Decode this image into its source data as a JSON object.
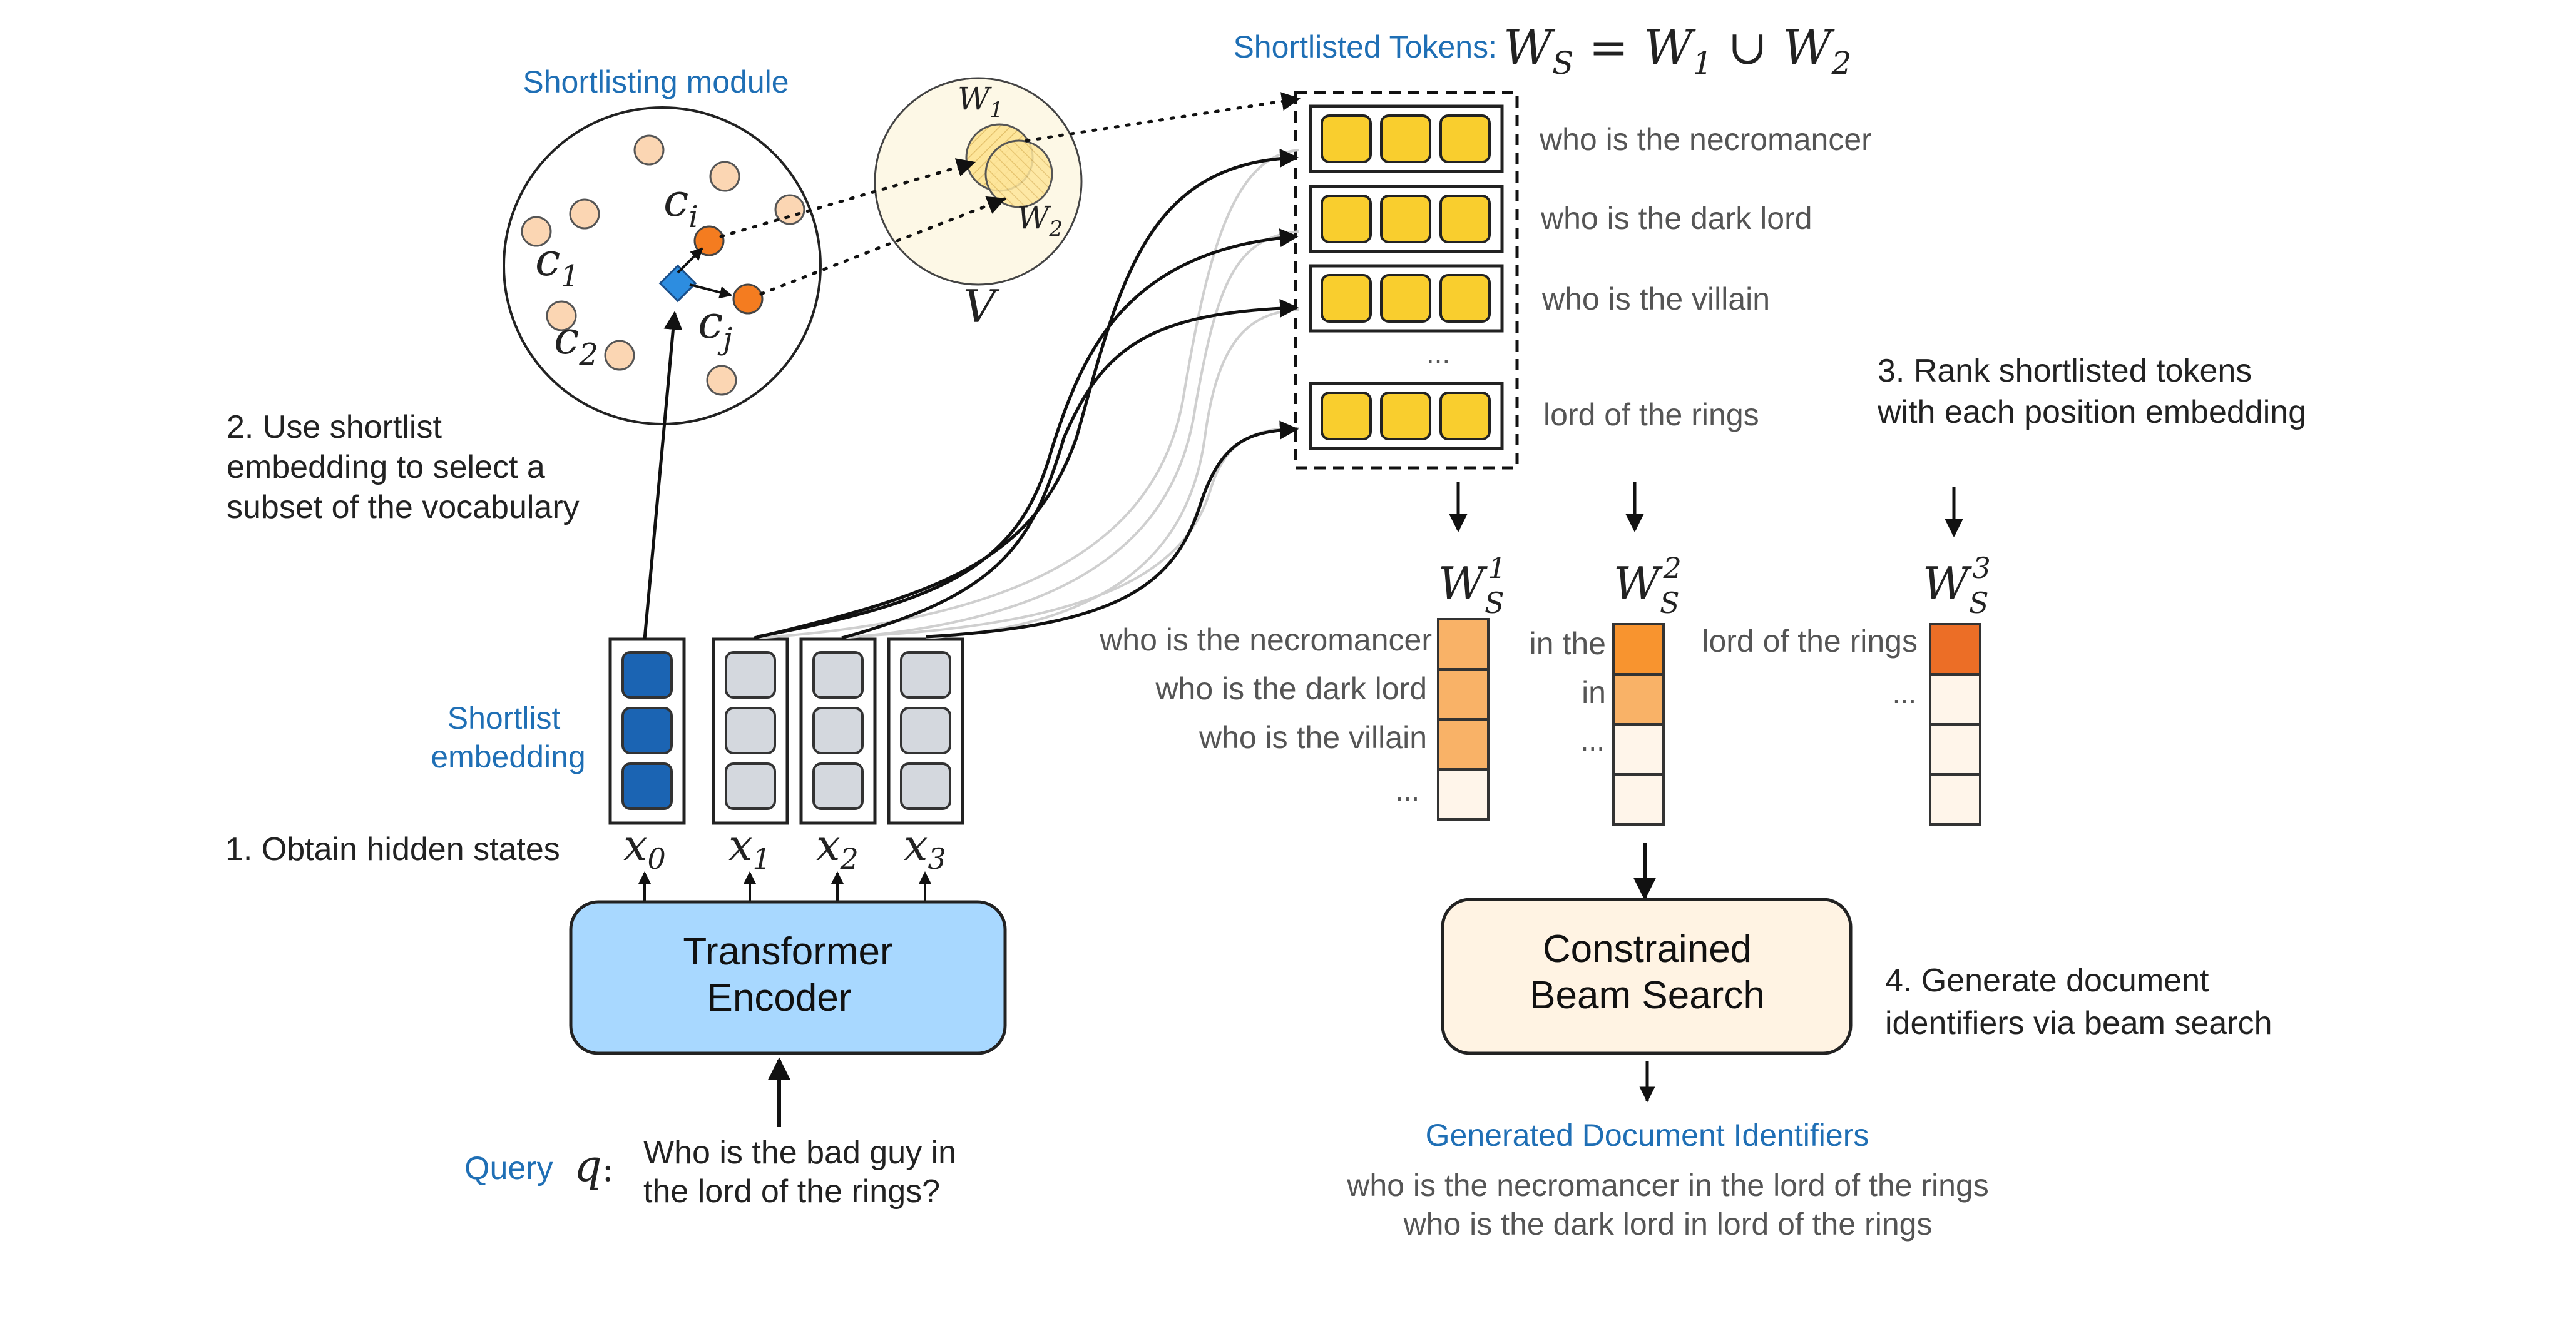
{
  "colors": {
    "blue_label": "#1f6fb5",
    "encoder_fill": "#a8d8ff",
    "beam_fill": "#fff3e3",
    "token_yellow": "#f9ce2e",
    "shortlist_blue": "#1b64b3",
    "hidden_grey": "#d4d8de",
    "centroid_light": "#fbd6b3",
    "centroid_dark": "#f47c20",
    "vocab_bg": "#fdf8e6",
    "rank_orange_1": "#f9b267",
    "rank_orange_2": "#f8942f",
    "rank_orange_3": "#ec6e26",
    "rank_empty": "#fff5ea"
  },
  "shortlist_module": {
    "title": "Shortlisting module",
    "centroids": {
      "c_i": "c",
      "c_i_sub": "i",
      "c_j": "c",
      "c_j_sub": "j",
      "c_1": "c",
      "c_1_sub": "1",
      "c_2": "c",
      "c_2_sub": "2"
    },
    "vocab": {
      "label": "V",
      "w1": "W",
      "w1_sub": "1",
      "w2": "W",
      "w2_sub": "2"
    }
  },
  "shortlisted_tokens": {
    "title": "Shortlisted Tokens:",
    "formula": {
      "lhs": "W",
      "lhs_sub": "S",
      "eq": " = ",
      "a": "W",
      "a_sub": "1",
      "union": " ∪ ",
      "b": "W",
      "b_sub": "2"
    },
    "items": [
      "who is the necromancer",
      "who is the dark lord",
      "who is the villain",
      "lord of the rings"
    ],
    "ellipsis": "..."
  },
  "steps": {
    "step1": "1. Obtain hidden states",
    "step2": [
      "2. Use shortlist",
      "embedding to select a",
      "subset of the vocabulary"
    ],
    "step3": [
      "3. Rank shortlisted tokens",
      "with each position embedding"
    ],
    "step4": [
      "4. Generate document",
      "identifiers via beam search"
    ]
  },
  "shortlist_embedding_label": [
    "Shortlist",
    "embedding"
  ],
  "hidden_states": [
    {
      "var": "x",
      "sub": "0"
    },
    {
      "var": "x",
      "sub": "1"
    },
    {
      "var": "x",
      "sub": "2"
    },
    {
      "var": "x",
      "sub": "3"
    }
  ],
  "encoder": {
    "line1": "Transformer",
    "line2": "Encoder"
  },
  "query": {
    "label": "Query",
    "var": "q",
    "colon": ":",
    "text": [
      "Who is the bad guy in",
      "the lord of the rings?"
    ]
  },
  "ranking": {
    "ws": [
      {
        "base": "W",
        "sub": "S",
        "sup": "1"
      },
      {
        "base": "W",
        "sub": "S",
        "sup": "2"
      },
      {
        "base": "W",
        "sub": "S",
        "sup": "3"
      }
    ],
    "col1_labels": [
      "who is the necromancer",
      "who is the dark lord",
      "who is the villain",
      "..."
    ],
    "col2_labels": [
      "in the",
      "in",
      "..."
    ],
    "col3_labels": [
      "lord of the rings",
      "..."
    ]
  },
  "beam_search": {
    "line1": "Constrained",
    "line2": "Beam Search"
  },
  "generated": {
    "title": "Generated Document Identifiers",
    "lines": [
      "who is the necromancer in the lord of the rings",
      "who is the dark lord in lord of the rings"
    ]
  }
}
